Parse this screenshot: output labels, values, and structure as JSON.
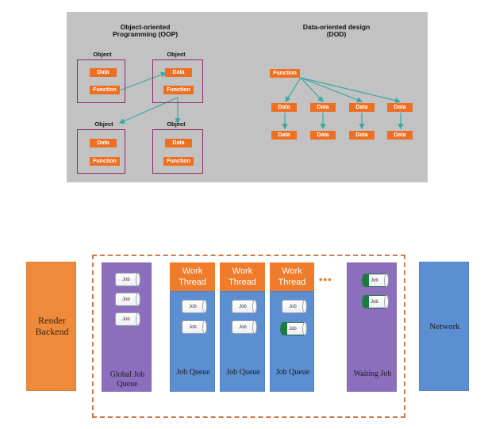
{
  "top": {
    "oop_title_line1": "Object-oriented",
    "oop_title_line2": "Programming (OOP)",
    "dod_title_line1": "Data-oriented design",
    "dod_title_line2": "(DOD)",
    "object_label": "Object",
    "data_label": "Data",
    "function_label": "Function"
  },
  "bottom": {
    "render_backend": "Render Backend",
    "global_job_queue": "Global Job Queue",
    "work_thread": "Work Thread",
    "job_queue": "Job Queue",
    "waiting_job": "Waiting Job",
    "network": "Network",
    "job": "Job",
    "ellipsis": "•••"
  },
  "colors": {
    "panel_bg": "#c2c2c2",
    "object_border": "#8e2a6e",
    "pill_orange": "#ed7022",
    "arrow_teal": "#3aa8a0",
    "render_orange": "#ef8a3b",
    "queue_purple": "#8b6fbd",
    "queue_blue": "#5b8fd1",
    "header_orange": "#ef7c2b",
    "dashed_border": "#c97d4f"
  }
}
